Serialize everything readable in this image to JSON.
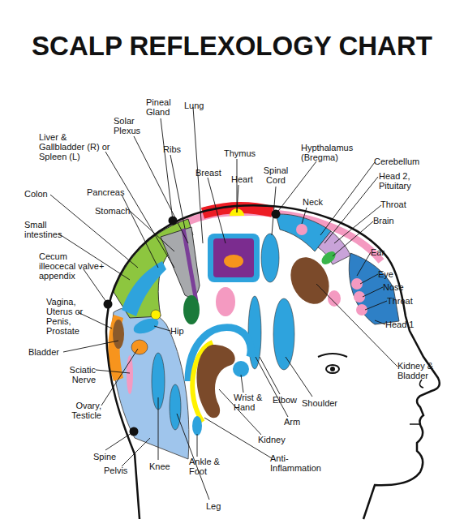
{
  "diagram": {
    "title": "SCALP REFLEXOLOGY CHART",
    "labels": [
      "Pineal Gland",
      "Solar Plexus",
      "Lung",
      "Liver & Gallbladder (R) or Spleen (L)",
      "Ribs",
      "Thymus",
      "Hypthalamus (Bregma)",
      "Breast",
      "Heart",
      "Spinal Cord",
      "Cerebellum",
      "Head 2, Pituitary",
      "Colon",
      "Pancreas",
      "Stomach",
      "Neck",
      "Throat",
      "Brain",
      "Small intestines",
      "Ear",
      "Cecum illeocecal valve+ appendix",
      "Eye",
      "Nose",
      "Throat",
      "Vagina, Uterus or Penis, Prostate",
      "Head 1",
      "Hip",
      "Bladder",
      "Sciatic Nerve",
      "Kidney & Bladder",
      "Wrist & Hand",
      "Elbow",
      "Shoulder",
      "Ovary, Testicle",
      "Arm",
      "Kidney",
      "Spine",
      "Pelvis",
      "Knee",
      "Ankle & Foot",
      "Anti-Inflammation",
      "Leg"
    ]
  }
}
